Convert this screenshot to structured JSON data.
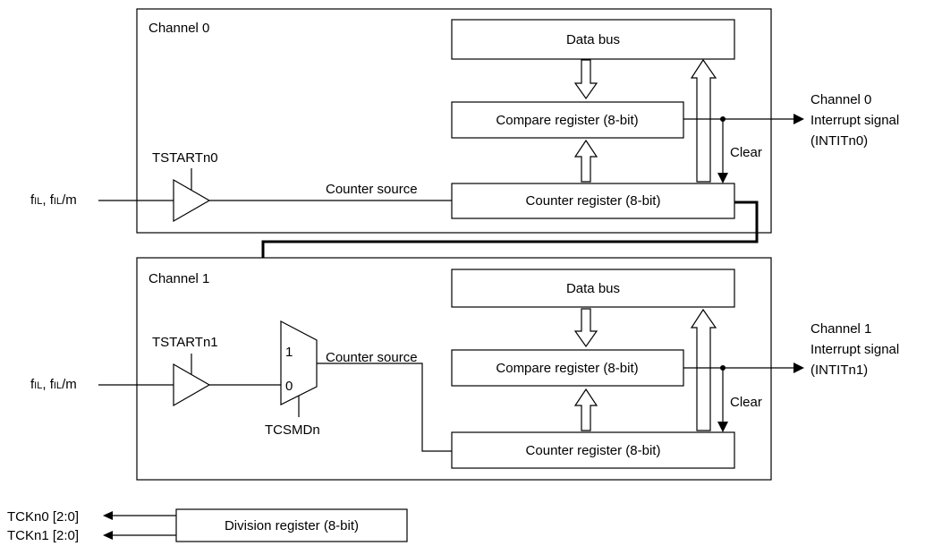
{
  "channel0": {
    "title": "Channel 0",
    "data_bus": "Data bus",
    "compare_register": "Compare register (8-bit)",
    "counter_register": "Counter register (8-bit)",
    "counter_source": "Counter source",
    "start_signal": "TSTARTn0",
    "input_prefix": "f",
    "input_sub1": "IL",
    "input_mid": ", f",
    "input_sub2": "IL",
    "input_suffix": "/m",
    "clear": "Clear",
    "output_line1": "Channel 0",
    "output_line2": "Interrupt signal",
    "output_line3": "(INTITn0)"
  },
  "channel1": {
    "title": "Channel 1",
    "data_bus": "Data bus",
    "compare_register": "Compare register (8-bit)",
    "counter_register": "Counter register (8-bit)",
    "counter_source": "Counter source",
    "start_signal": "TSTARTn1",
    "input_prefix": "f",
    "input_sub1": "IL",
    "input_mid": ", f",
    "input_sub2": "IL",
    "input_suffix": "/m",
    "clear": "Clear",
    "mux_in1": "1",
    "mux_in0": "0",
    "mux_select": "TCSMDn",
    "output_line1": "Channel 1",
    "output_line2": "Interrupt signal",
    "output_line3": "(INTITn1)"
  },
  "division": {
    "register": "Division register (8-bit)",
    "out0": "TCKn0 [2:0]",
    "out1": "TCKn1 [2:0]"
  }
}
